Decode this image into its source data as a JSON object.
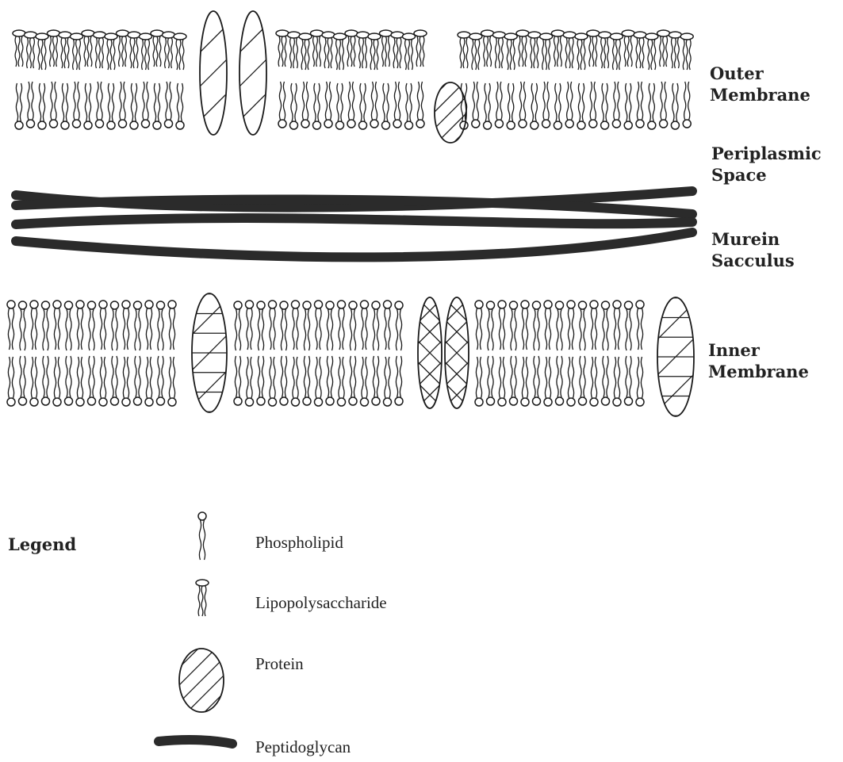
{
  "regions": {
    "outer_membrane": "Outer\nMembrane",
    "periplasmic_space": "Periplasmic\nSpace",
    "murein_sacculus": "Murein\nSacculus",
    "inner_membrane": "Inner\nMembrane"
  },
  "legend": {
    "title": "Legend",
    "items": [
      {
        "label": "Phospholipid",
        "icon": "phospholipid-icon"
      },
      {
        "label": "Lipopolysaccharide",
        "icon": "lipopolysaccharide-icon"
      },
      {
        "label": "Protein",
        "icon": "protein-icon"
      },
      {
        "label": "Peptidoglycan",
        "icon": "peptidoglycan-icon"
      }
    ]
  },
  "colors": {
    "line": "#1a1a1a",
    "peptidoglycan": "#2b2b2b",
    "text": "#222222"
  }
}
